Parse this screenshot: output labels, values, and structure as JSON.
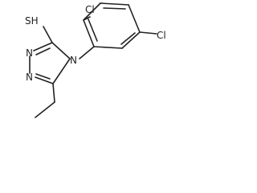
{
  "molecule": {
    "atoms": {
      "sh": "SH",
      "cl_top": "Cl",
      "cl_right": "Cl",
      "n_left_top": "N",
      "n_left_bottom": "N",
      "n_ring": "N"
    },
    "colors": {
      "bond": "#222222",
      "text": "#222222",
      "background": "#ffffff"
    }
  }
}
